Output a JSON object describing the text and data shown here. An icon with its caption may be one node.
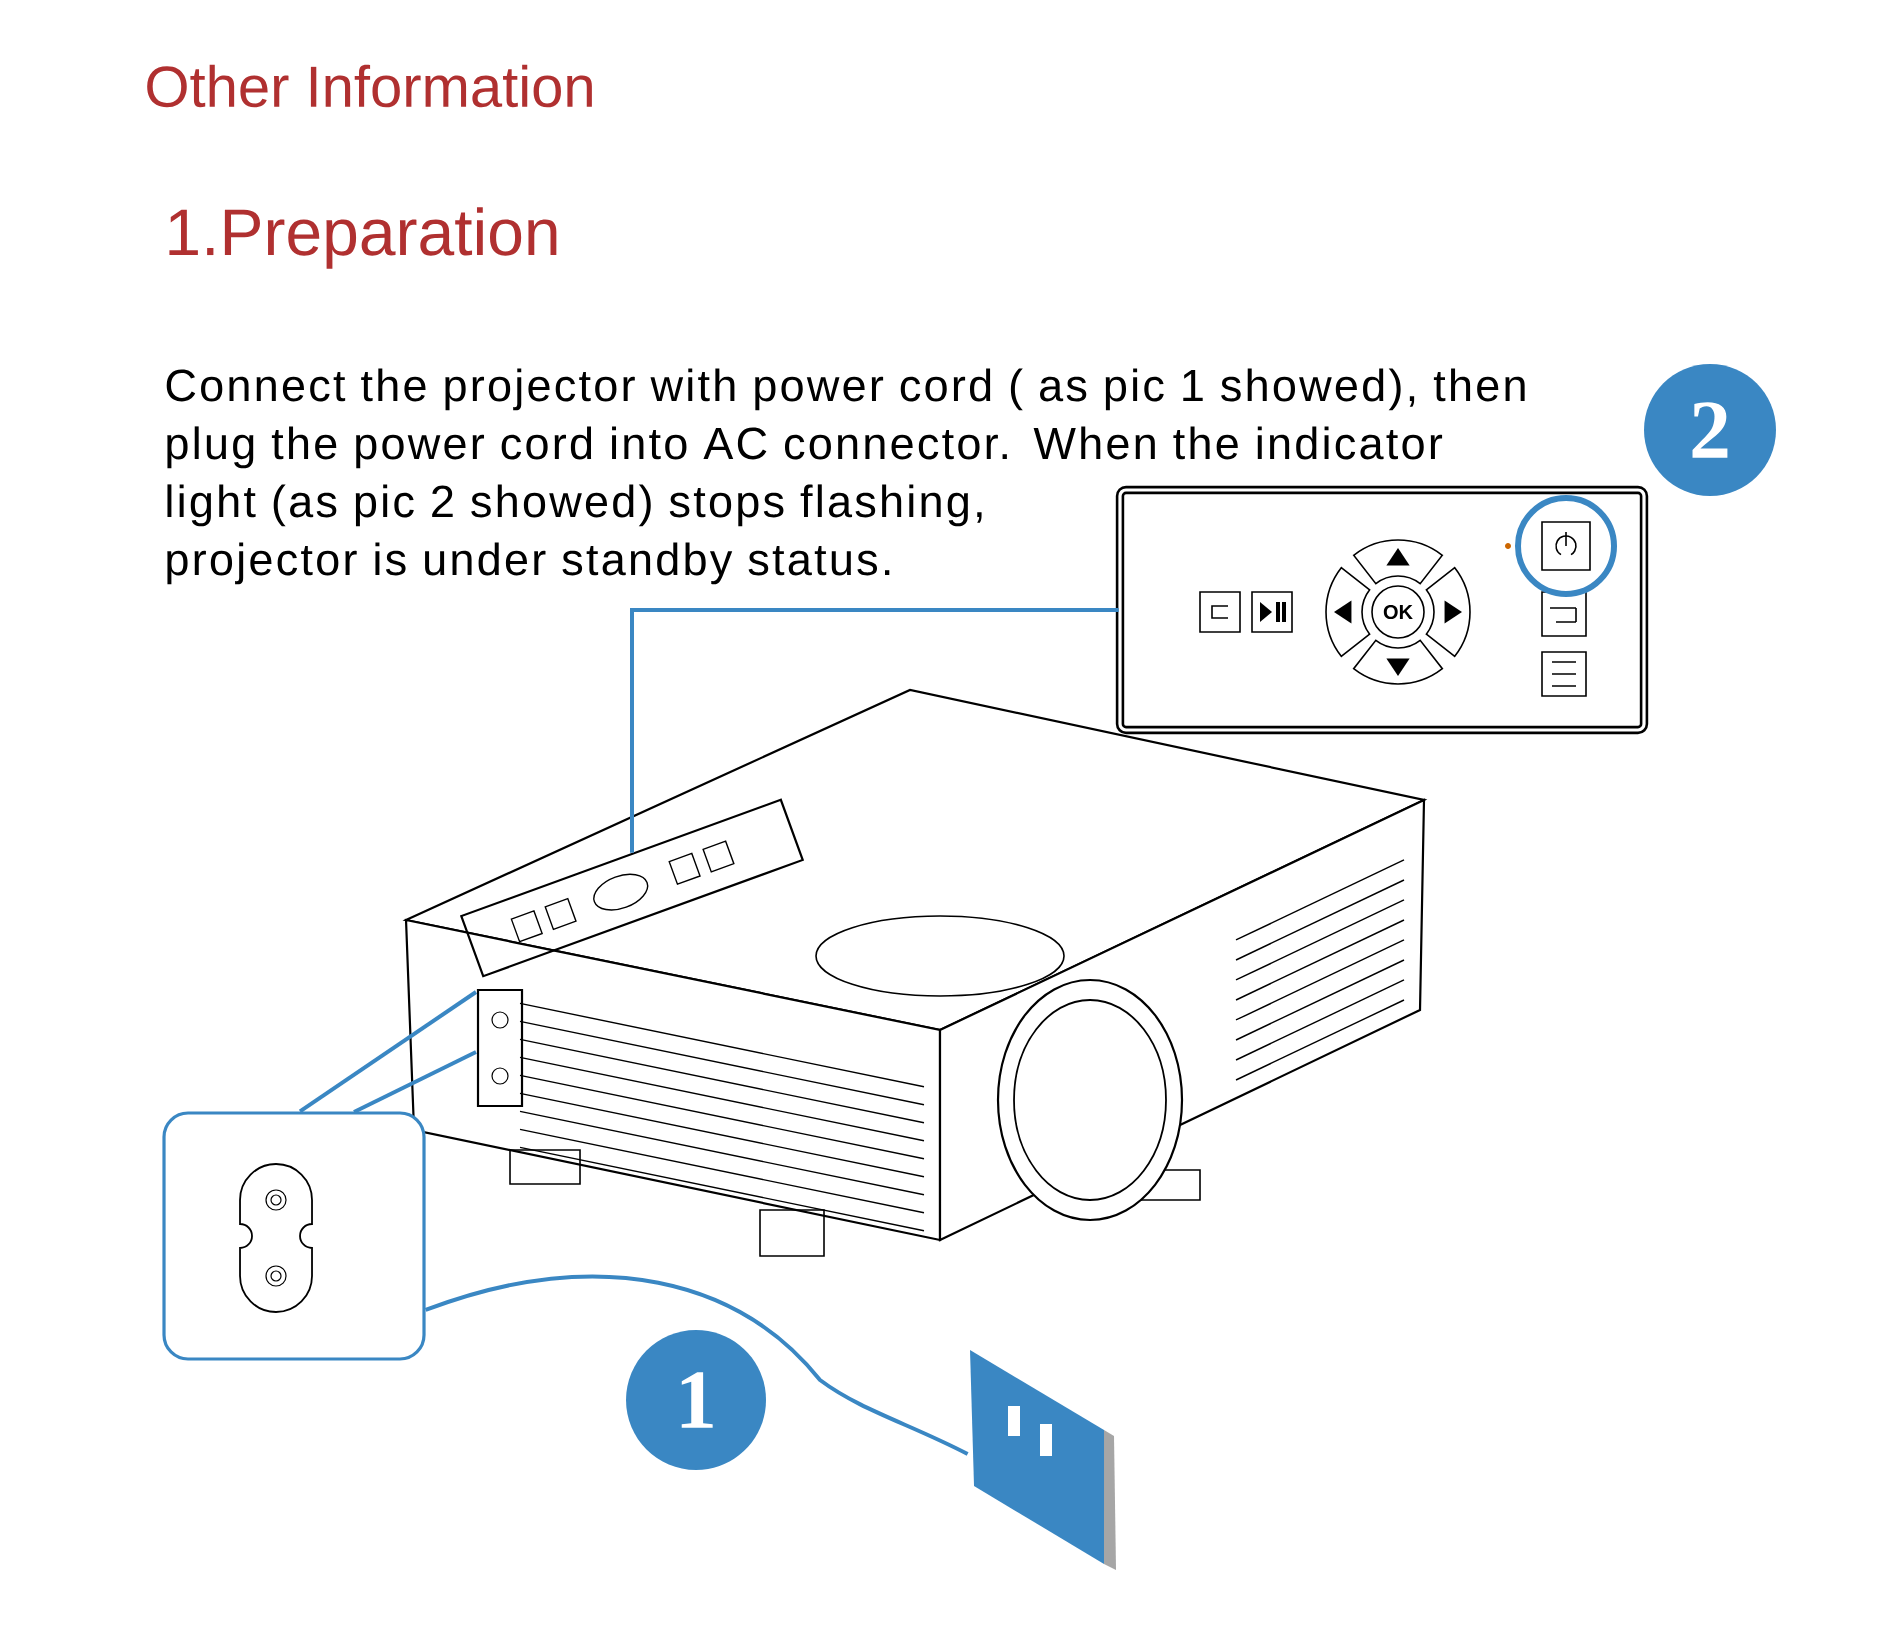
{
  "diagram": {
    "title": "Other Information",
    "nodes": [
      {
        "text": [],
        "shape": "picture"
      },
      {
        "text": [],
        "shape": "box",
        "in": 0
      },
      {
        "text": [],
        "shape": "picture"
      },
      {
        "text": [
          "2"
        ]
      },
      {
        "text": [],
        "shape": "picture"
      },
      {
        "text": [
          "1"
        ]
      },
      {
        "text": [],
        "shape": "picture"
      }
    ],
    "edges": [
      {
        "from": 2,
        "to": 1,
        "arrow": "none"
      },
      {
        "from": 4,
        "to": 0,
        "arrow": "none"
      },
      {
        "from": 4,
        "to": 6,
        "arrow": "none"
      }
    ],
    "labels": [
      "1.Preparation",
      "Connect the projector with power cord ( as pic 1 showed), then plug the power cord into AC connector. When the indicator light (as pic 2 showed) stops flashing, projector is under standby status.",
      "OK"
    ]
  }
}
